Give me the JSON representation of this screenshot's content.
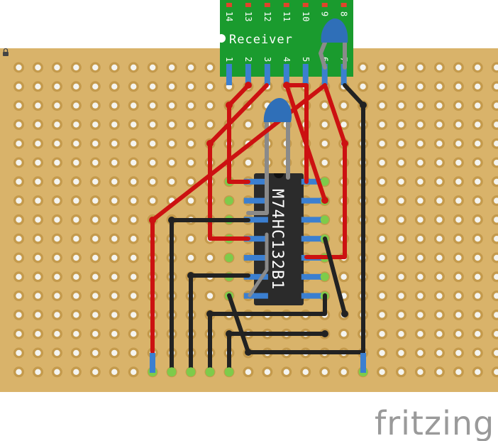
{
  "board": {
    "color": "#d9b36a",
    "hole_color": "#f4f4f0",
    "pad_color": "#c49a4c",
    "cols": 26,
    "rows": 17
  },
  "receiver_module": {
    "label": "Receiver",
    "top_pin_numbers": [
      "14",
      "13",
      "12",
      "11",
      "10",
      "9",
      "8"
    ],
    "bottom_pin_numbers": [
      "1",
      "2",
      "3",
      "4",
      "5",
      "6",
      "7"
    ],
    "color": "#1a9b2e",
    "led_color": "#e0442a"
  },
  "ic": {
    "label": "M74HC132B1",
    "color": "#2b2b2b",
    "text_color": "#ffffff"
  },
  "capacitor_color": "#2f6fb8",
  "wire_colors": {
    "red": "#cc1111",
    "black": "#222222",
    "grey": "#8a8a8a"
  },
  "watermark": {
    "text": "fritzing",
    "color": "#9a9a9a"
  },
  "lock_icon": "lock-icon"
}
